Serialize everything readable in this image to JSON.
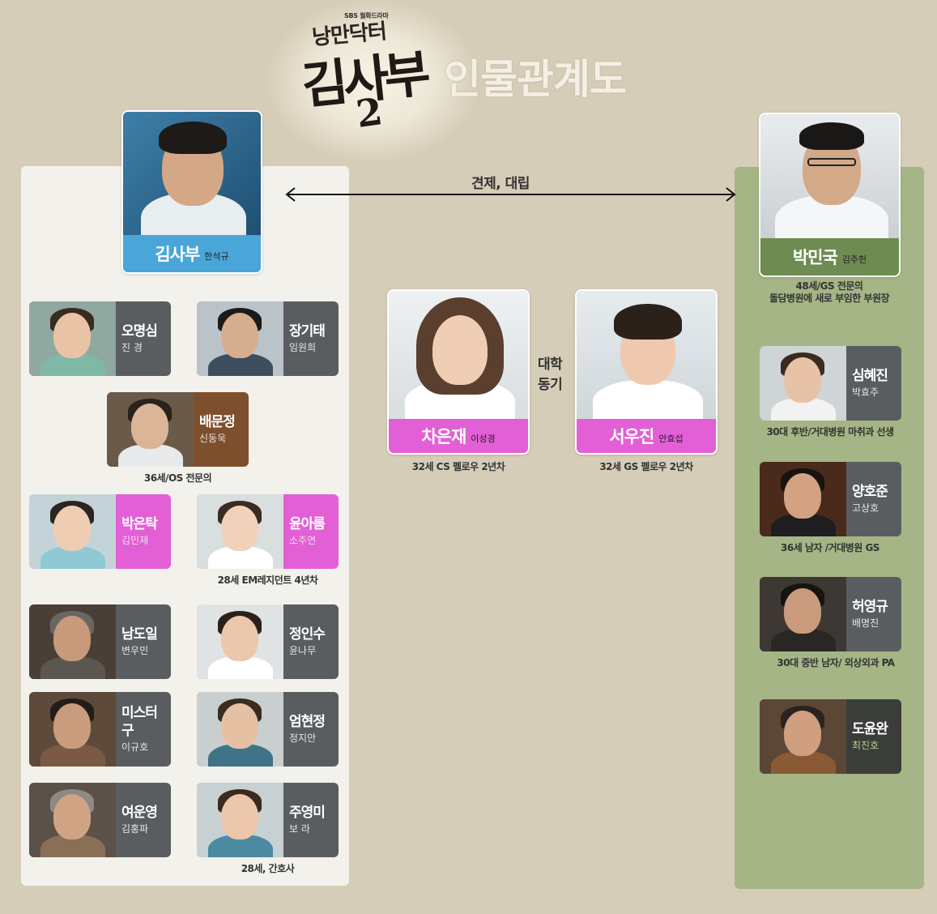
{
  "header": {
    "network": "SBS 월화드라마",
    "logo_small": "낭만닥터",
    "logo_big": "김사부",
    "logo_num": "2",
    "title": "인물관계도"
  },
  "relations": {
    "rivalry": "견제, 대립",
    "classmates": [
      "대학",
      "동기"
    ]
  },
  "leads": {
    "kim": {
      "name": "김사부",
      "actor": "한석규"
    },
    "park": {
      "name": "박민국",
      "actor": "김주헌",
      "desc": [
        "48세/GS 전문의",
        "돌담병원에 새로 부임한 부원장"
      ]
    },
    "cha": {
      "name": "차은재",
      "actor": "이성경",
      "desc": "32세  CS 펠로우 2년차"
    },
    "seo": {
      "name": "서우진",
      "actor": "안효섭",
      "desc": "32세  GS 펠로우 2년차"
    }
  },
  "left_cards": [
    {
      "name": "오명심",
      "actor": "진 경"
    },
    {
      "name": "장기태",
      "actor": "임원희"
    },
    {
      "name": "배문정",
      "actor": "신동욱",
      "desc": "36세/OS 전문의"
    },
    {
      "name": "박은탁",
      "actor": "김민재"
    },
    {
      "name": "윤아름",
      "actor": "소주연",
      "desc": "28세  EM레지던트 4년차"
    },
    {
      "name": "남도일",
      "actor": "변우민"
    },
    {
      "name": "정인수",
      "actor": "윤나무"
    },
    {
      "name": "미스터 구",
      "actor": "이규호"
    },
    {
      "name": "엄현정",
      "actor": "정지안"
    },
    {
      "name": "여운영",
      "actor": "김홍파"
    },
    {
      "name": "주영미",
      "actor": "보 라",
      "desc": "28세, 간호사"
    }
  ],
  "right_cards": [
    {
      "name": "심혜진",
      "actor": "박효주",
      "desc": "30대 후반/거대병원 마취과 선생"
    },
    {
      "name": "양호준",
      "actor": "고상호",
      "desc": "36세 남자 /거대병원  GS"
    },
    {
      "name": "허영규",
      "actor": "배명진",
      "desc": "30대 중반 남자/ 외상외과  PA"
    },
    {
      "name": "도윤완",
      "actor": "최진호"
    }
  ],
  "colors": {
    "background": "#d6cdb8",
    "left_panel": "#f3f1ec",
    "right_panel": "#a5b585",
    "kim_bar": "#4aa6d8",
    "park_bar": "#6e8c52",
    "pink": "#e35fd5",
    "gray": "#5a5d60",
    "brown": "#7e4f2d",
    "dark": "#3b3d3a"
  }
}
